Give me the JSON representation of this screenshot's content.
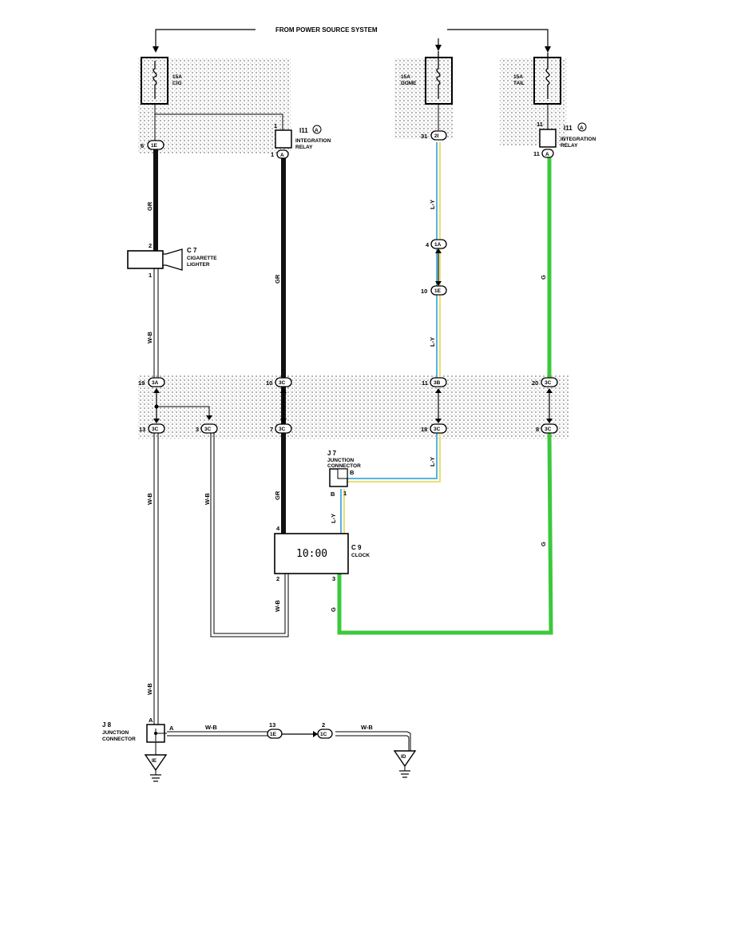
{
  "header": {
    "source_label": "FROM POWER SOURCE SYSTEM"
  },
  "fuses": {
    "cig": {
      "rating": "15A",
      "name": "CIG"
    },
    "dome": {
      "rating": "15A",
      "name": "DOME"
    },
    "tail": {
      "rating": "15A",
      "name": "TAIL"
    }
  },
  "relay": {
    "code": "I11",
    "circle": "A",
    "line1": "INTEGRATION",
    "line2": "RELAY"
  },
  "components": {
    "c7": {
      "code": "C 7",
      "line1": "CIGARETTE",
      "line2": "LIGHTER"
    },
    "c9": {
      "code": "C 9",
      "name": "CLOCK",
      "display": "10:00"
    },
    "j7": {
      "code": "J 7",
      "line1": "JUNCTION",
      "line2": "CONNECTOR"
    },
    "j8": {
      "code": "J 8",
      "line1": "JUNCTION",
      "line2": "CONNECTOR"
    }
  },
  "connectors": {
    "c1E_top": "1E",
    "relayA_1": "A",
    "c2I": "2I",
    "relayA_2": "A",
    "c1A": "1A",
    "c1E_mid": "1E",
    "c3A": "3A",
    "c3C_a": "3C",
    "c3B": "3B",
    "c3C_b": "3C",
    "c3C_c": "3C",
    "c3C_d": "3C",
    "c3C_e": "3C",
    "c3C_f": "3C",
    "c3C_g": "3C",
    "c1E_bot": "1E",
    "c1C": "1C",
    "g_IE": "IE",
    "g_ID": "ID"
  },
  "pins": {
    "p_1e_top": "6",
    "p_relay1_top": "1",
    "p_relay1_bot": "1",
    "p_2i": "31",
    "p_relay2_top": "11",
    "p_relay2_bot": "11",
    "p_c7_2": "2",
    "p_c7_1": "1",
    "p_1a": "4",
    "p_1e_mid": "10",
    "p_3a": "19",
    "p_3c_a": "10",
    "p_3b": "11",
    "p_3c_b": "20",
    "p_3c_c": "13",
    "p_3c_d": "3",
    "p_3c_e": "7",
    "p_3c_f": "18",
    "p_3c_g": "8",
    "p_j7_b1": "B",
    "p_j7_1": "1",
    "p_j7_b2": "B",
    "p_c9_4": "4",
    "p_c9_2": "2",
    "p_c9_3": "3",
    "p_j8_a1": "A",
    "p_j8_a2": "A",
    "p_1e_bot": "13",
    "p_1c": "2"
  },
  "wires": {
    "gr1": "GR",
    "gr2": "GR",
    "gr3": "GR",
    "wb1": "W-B",
    "wb2": "W-B",
    "wb3": "W-B",
    "wb4": "W-B",
    "wb5": "W-B",
    "wb6": "W-B",
    "wb7": "W-B",
    "ly1": "L-Y",
    "ly2": "L-Y",
    "ly3": "L-Y",
    "ly4": "L-Y",
    "g1": "G",
    "g2": "G",
    "g3": "G"
  },
  "colors": {
    "black_wire": "#111111",
    "green_wire": "#3cc83c",
    "blue_wire": "#58b4e0",
    "yellow_wire": "#e8e070",
    "shade": "#c8c8c8"
  }
}
